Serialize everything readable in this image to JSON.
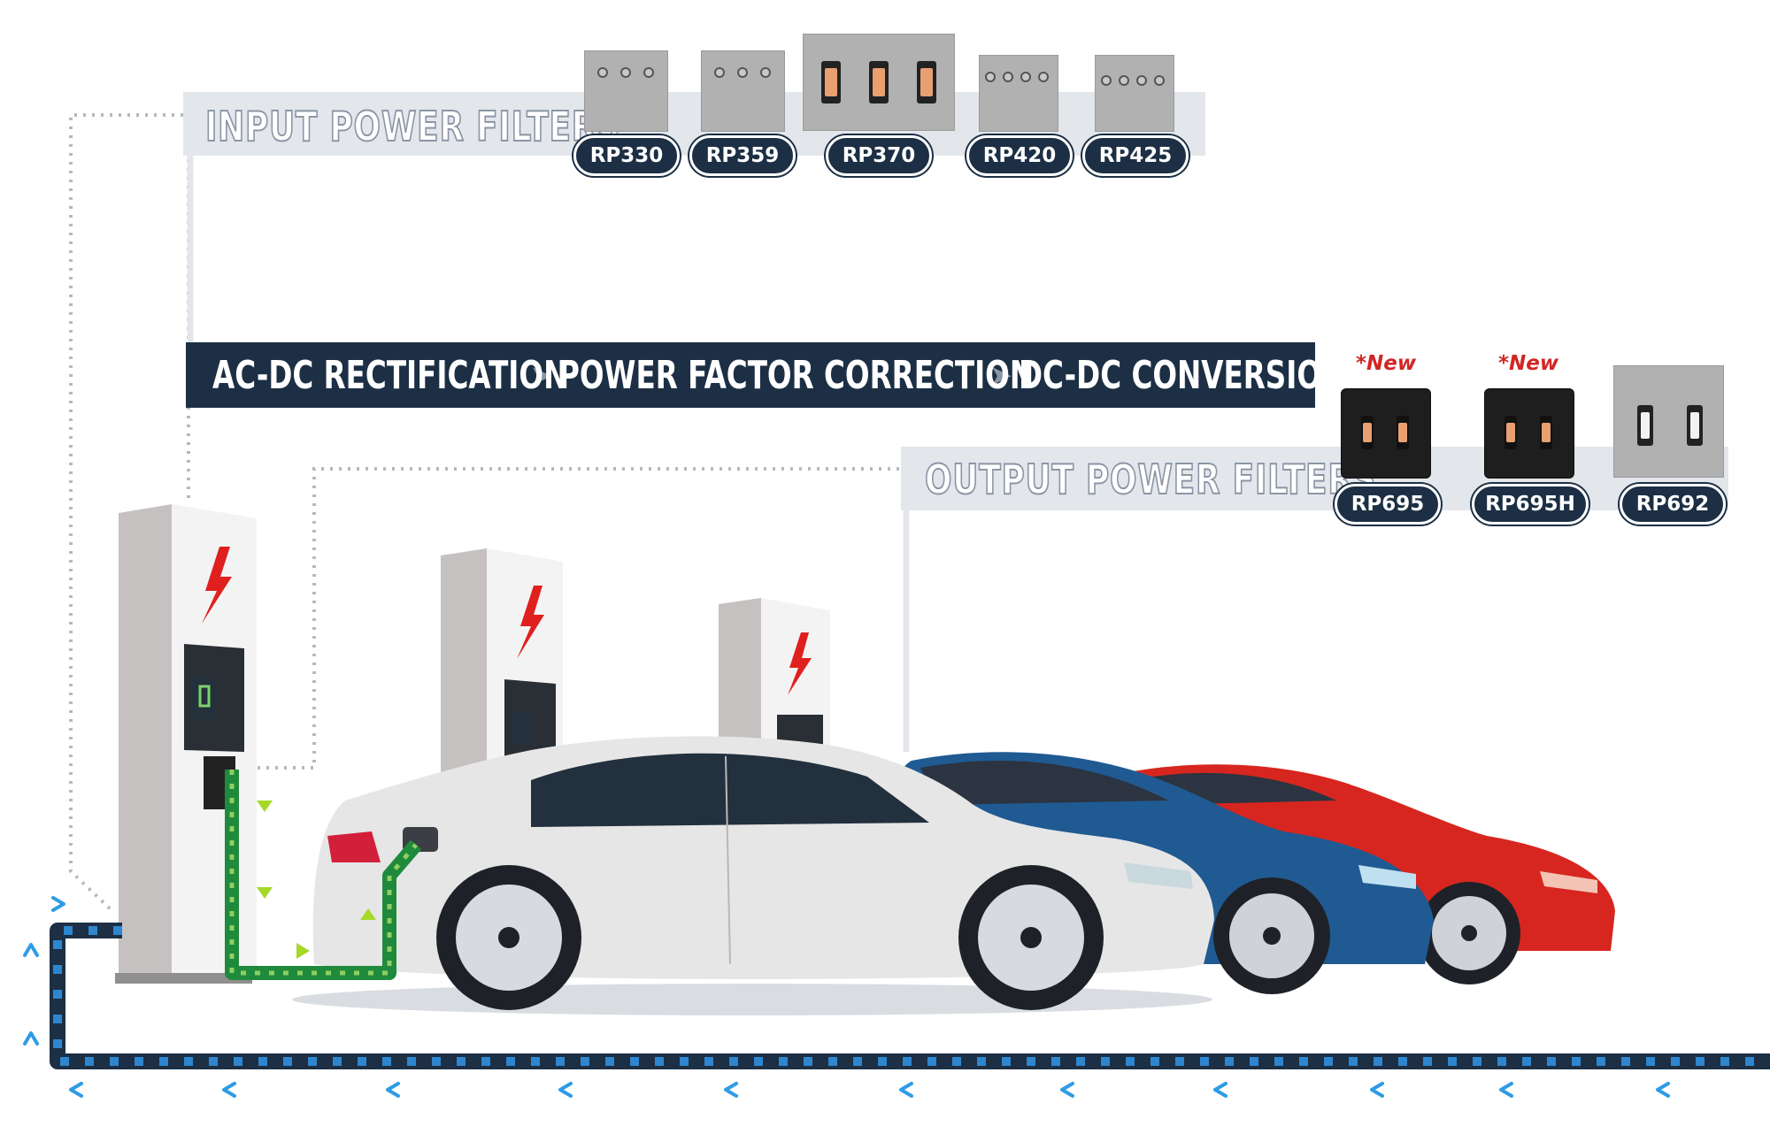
{
  "input_section": {
    "title": "INPUT POWER FILTERS",
    "models": [
      "RP330",
      "RP359",
      "RP370",
      "RP420",
      "RP425"
    ]
  },
  "process": {
    "steps": [
      "AC-DC RECTIFICATION",
      "POWER FACTOR CORRECTION",
      "DC-DC CONVERSION"
    ]
  },
  "output_section": {
    "title": "OUTPUT POWER FILTERS",
    "models": [
      "RP695",
      "RP695H",
      "RP692"
    ],
    "new_badge": "*New"
  },
  "colors": {
    "navy": "#1c2f44",
    "band": "#e3e7ec",
    "new_tag": "#d12626",
    "charge_cable": "#1f8a3c",
    "flow_arrow": "#2e9be6",
    "car_white": "#e6e6e6",
    "car_blue": "#1f5a92",
    "car_red": "#d7261f"
  },
  "icons": [
    "lightning-bolt-icon",
    "battery-icon",
    "flow-arrow-icon"
  ]
}
